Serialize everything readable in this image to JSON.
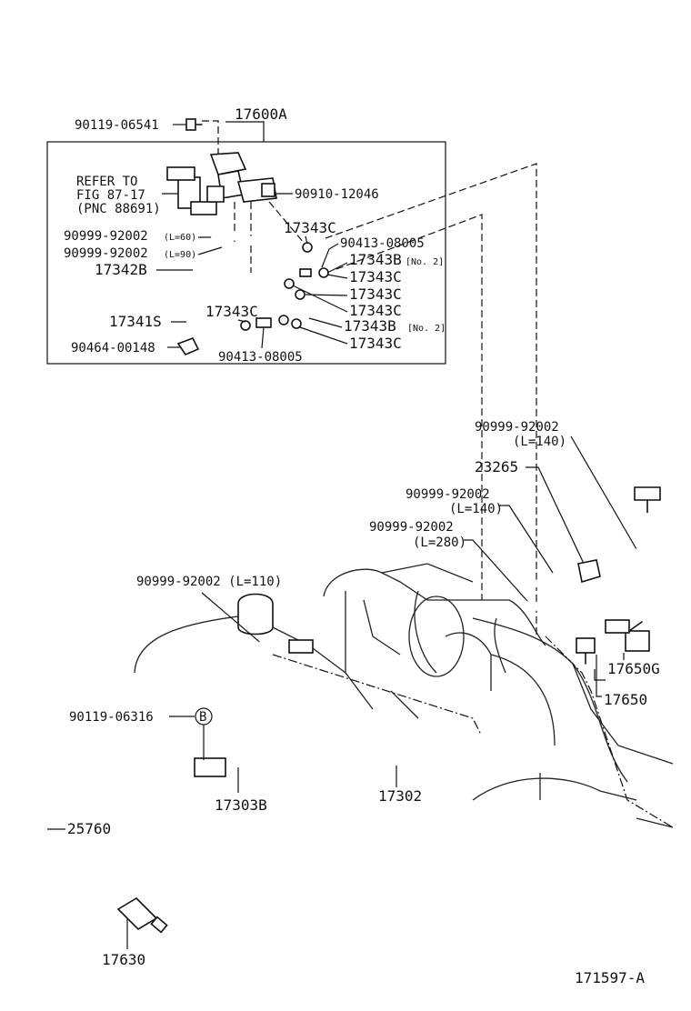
{
  "labels": {
    "bolt_top": "90119-06541",
    "assembly": "17600A",
    "refer_1": "REFER TO",
    "refer_2": "FIG 87-17",
    "refer_3": "(PNC 88691)",
    "hose_12046": "90910-12046",
    "hose_l60": "90999-92002",
    "hose_l60_len": "(L=60)",
    "hose_l90": "90999-92002",
    "hose_l90_len": "(L=90)",
    "clip_top": "17343C",
    "connector_top": "90413-08005",
    "clamp_b1": "17343B",
    "clamp_b1_note": "[No. 2]",
    "clip_2": "17343C",
    "clip_3": "17343C",
    "clip_4": "17343C",
    "clamp_b2": "17343B",
    "clamp_b2_note": "[No. 2]",
    "clip_5": "17343C",
    "hose_17342b": "17342B",
    "hose_17341s": "17341S",
    "clip_left": "17343C",
    "bracket": "90464-00148",
    "connector_bottom": "90413-08005",
    "hose_r1": "90999-92002",
    "hose_r1_len": "(L=140)",
    "filter": "23265",
    "hose_r2": "90999-92002",
    "hose_r2_len": "(L=140)",
    "hose_r3": "90999-92002",
    "hose_r3_len": "(L=280)",
    "hose_l110": "90999-92002 (L=110)",
    "vsv_g": "17650G",
    "vsv": "17650",
    "bolt_b": "90119-06316",
    "marker_b": "B",
    "pipe_303b": "17303B",
    "pipe_302": "17302",
    "hose_25760": "25760",
    "sensor": "17630",
    "figure_code": "171597-A"
  }
}
